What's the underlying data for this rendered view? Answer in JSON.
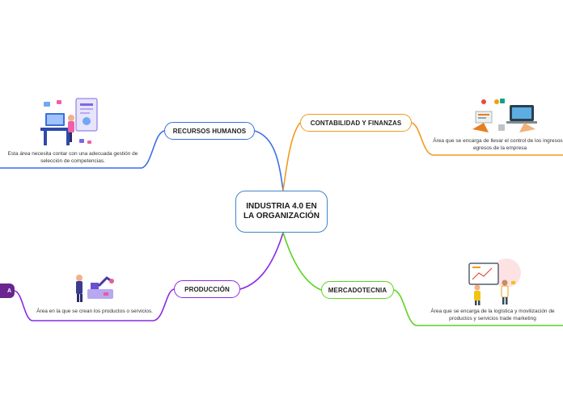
{
  "map": {
    "center": {
      "title": "INDUSTRIA 4.0 EN LA ORGANIZACIÓN"
    },
    "branches": [
      {
        "label": "RECURSOS HUMANOS",
        "color": "#3b6ee8",
        "note": "Esta área necesita contar con una adecuada gestión de selección de competencias."
      },
      {
        "label": "CONTABILIDAD Y FINANZAS",
        "color": "#f29a1f",
        "note": "Área que se encarga de llevar el control de los ingresos y egresos de la empresa"
      },
      {
        "label": "PRODUCCIÓN",
        "color": "#8a2be2",
        "note": "Área en la que se crean los productos o servicios."
      },
      {
        "label": "MERCADOTECNIA",
        "color": "#5ad41f",
        "note": "Área que se encarga de la logística y movilización de productos y servicios trade marketing"
      }
    ],
    "edge_tag": "A",
    "icons": [
      "hr-recruitment-illustration",
      "finance-desk-illustration",
      "factory-robot-illustration",
      "marketing-presentation-illustration"
    ]
  }
}
